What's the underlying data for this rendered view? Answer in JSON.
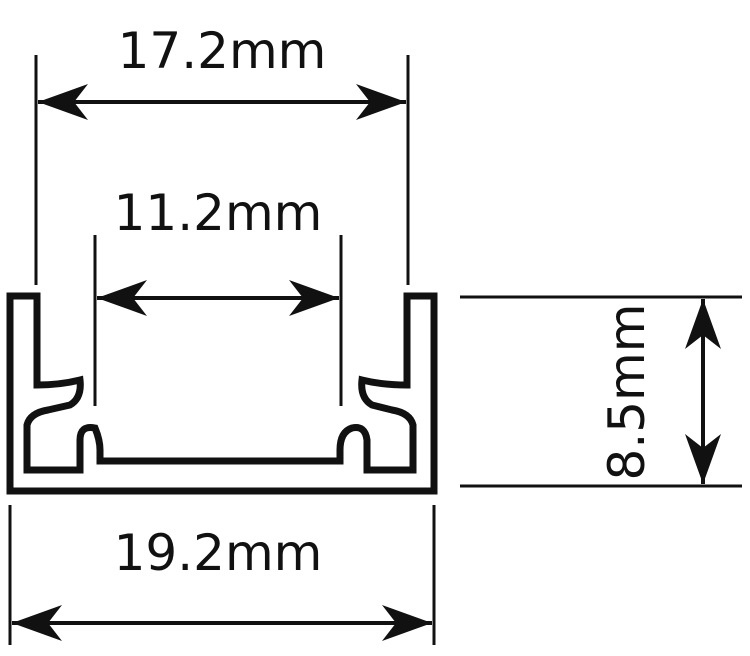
{
  "dimensions": {
    "outer_top_width": "17.2mm",
    "inner_opening_width": "11.2mm",
    "base_width": "19.2mm",
    "height": "8.5mm"
  },
  "colors": {
    "line": "#111111",
    "background": "#ffffff"
  }
}
